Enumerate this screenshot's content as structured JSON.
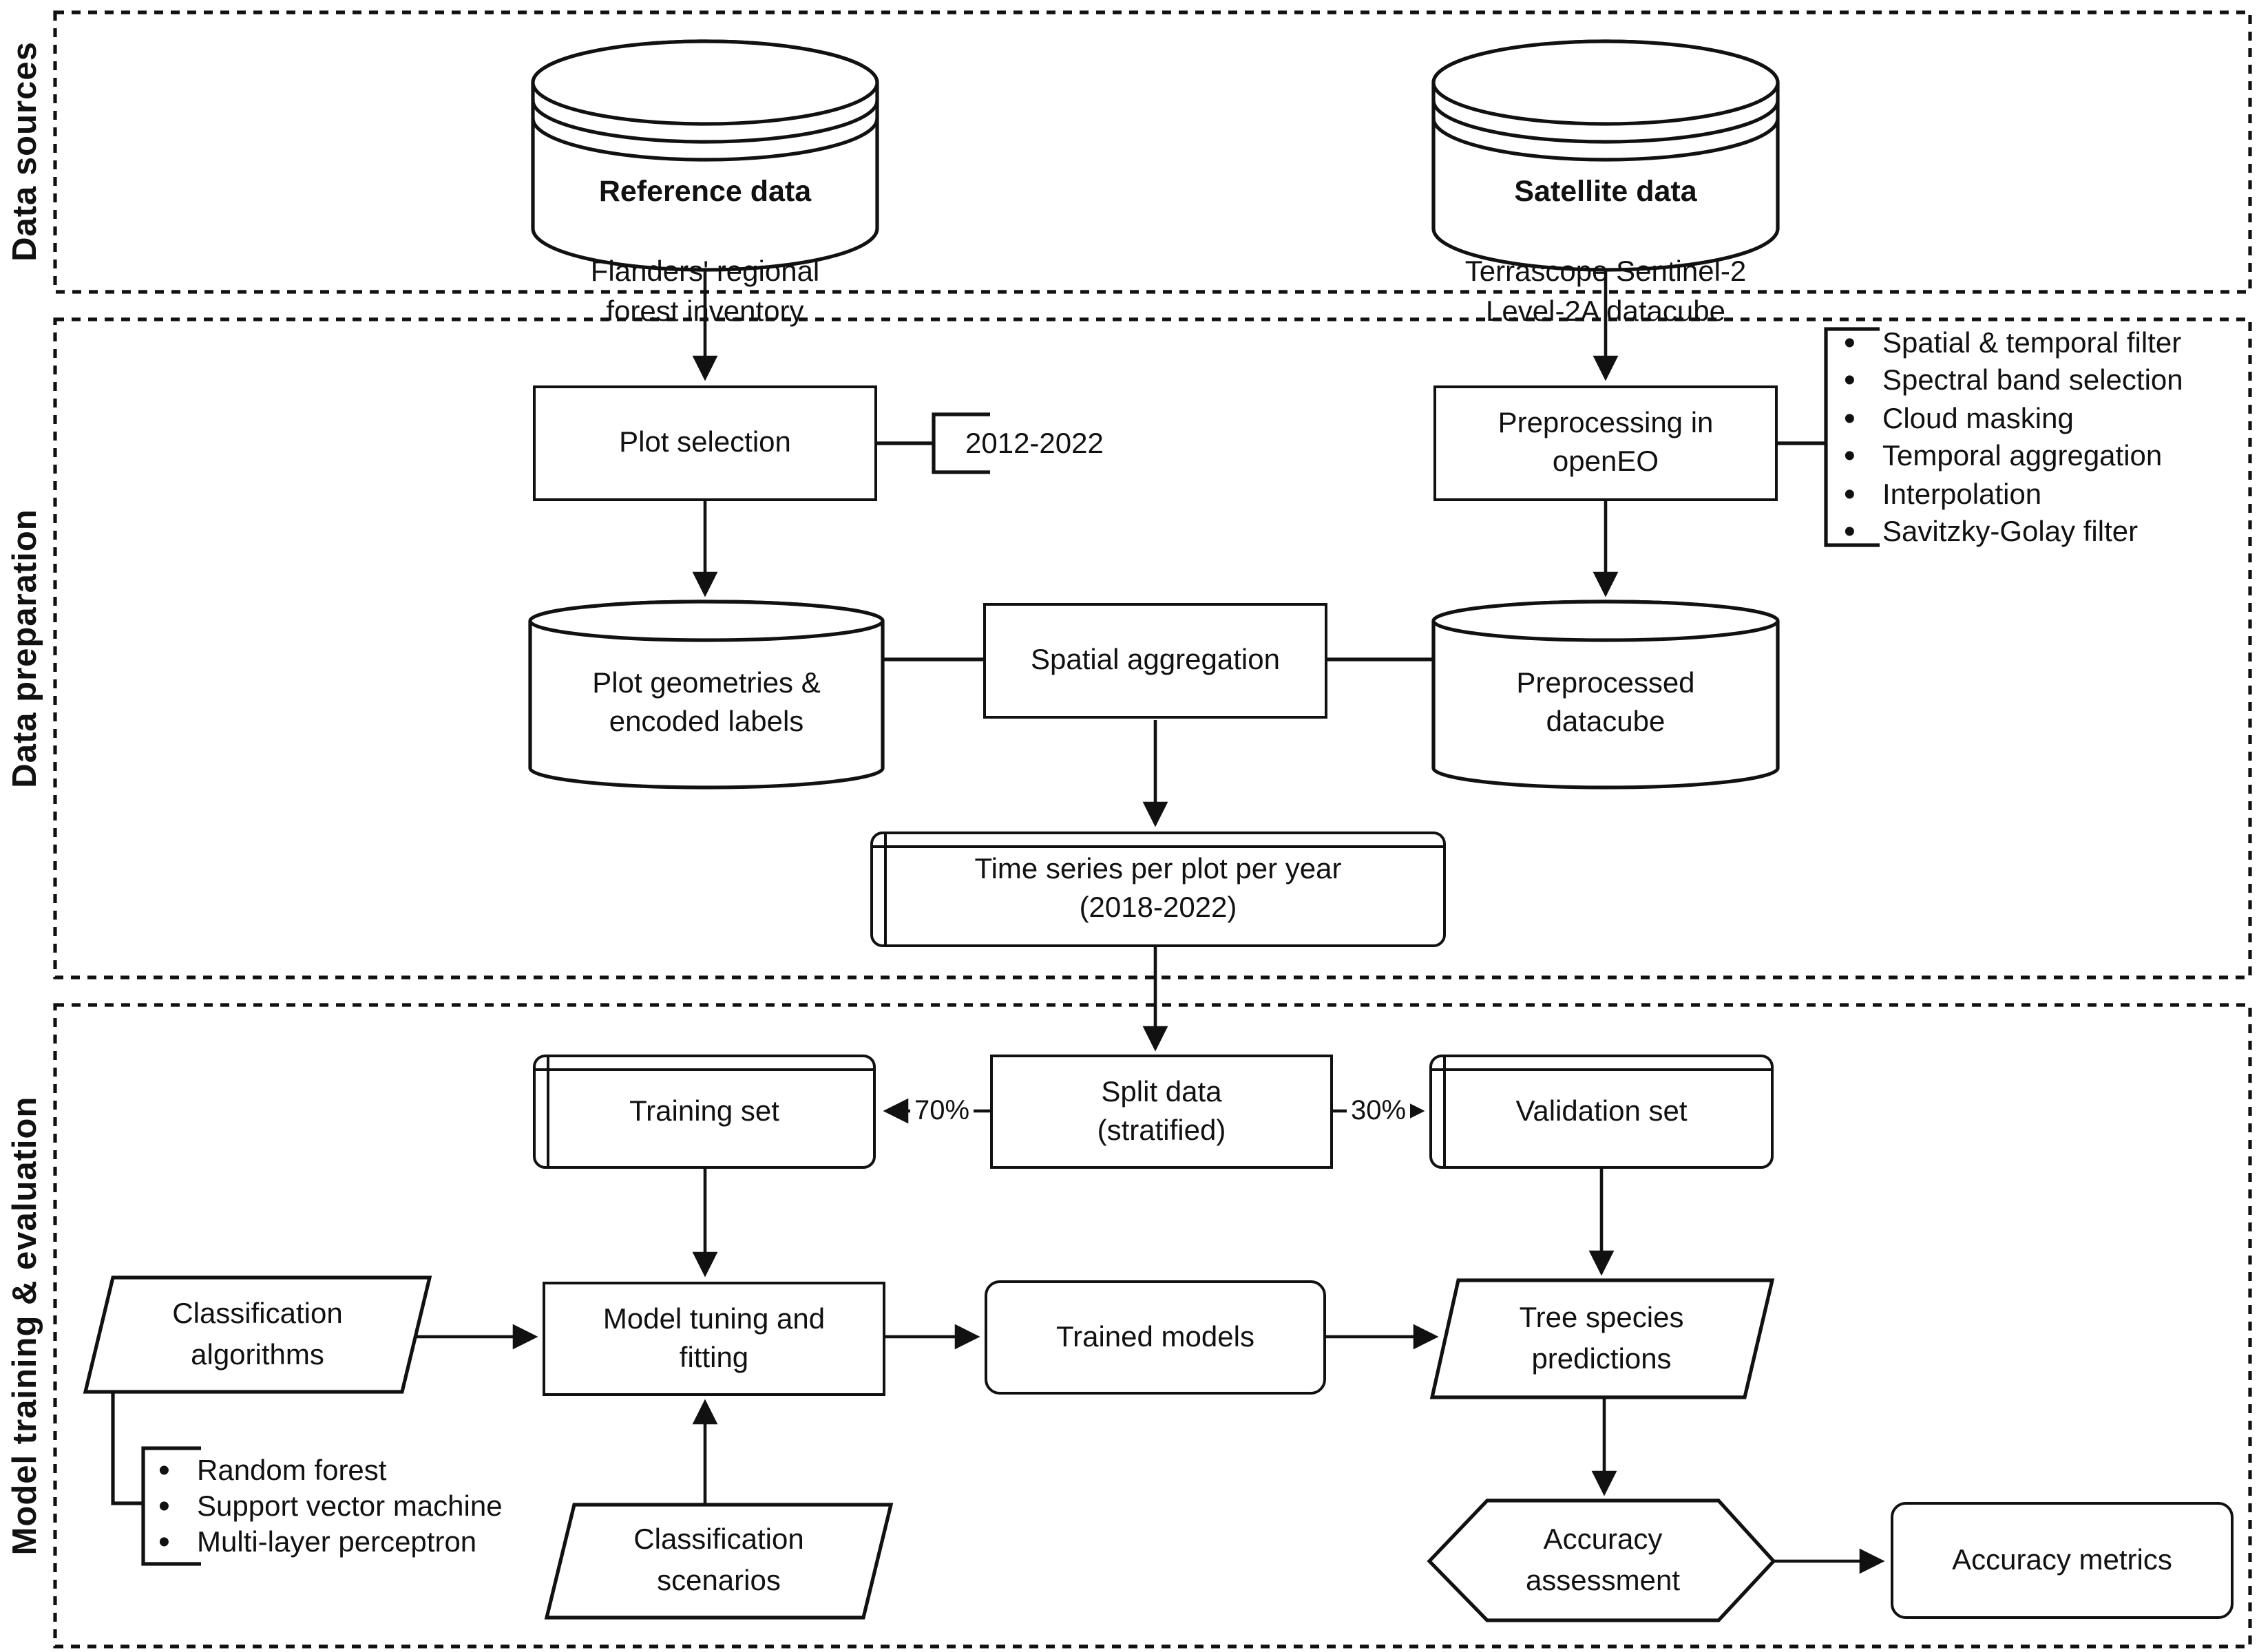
{
  "diagram": {
    "sections": [
      {
        "label": "Data sources"
      },
      {
        "label": "Data preparation"
      },
      {
        "label": "Model training & evaluation"
      }
    ]
  },
  "nodes": {
    "reference_data_title": "Reference data",
    "reference_data_subtitle": "Flanders' regional\nforest inventory",
    "satellite_data_title": "Satellite data",
    "satellite_data_subtitle": "Terrascope Sentinel-2\nLevel-2A datacube",
    "plot_selection": "Plot selection",
    "preprocessing_openeo": "Preprocessing in\nopenEO",
    "plot_geometries": "Plot geometries &\nencoded labels",
    "spatial_aggregation": "Spatial aggregation",
    "preprocessed_datacube": "Preprocessed\ndatacube",
    "time_series": "Time series per plot per year\n(2018-2022)",
    "split_data": "Split data\n(stratified)",
    "training_set": "Training set",
    "validation_set": "Validation set",
    "model_tuning": "Model tuning and\nfitting",
    "classification_algorithms": "Classification\nalgorithms",
    "classification_scenarios": "Classification\nscenarios",
    "trained_models": "Trained models",
    "tree_species_predictions": "Tree species\npredictions",
    "accuracy_assessment": "Accuracy\nassessment",
    "accuracy_metrics": "Accuracy metrics"
  },
  "annotations": {
    "plot_selection_period": "2012-2022",
    "training_split_pct": "70%",
    "validation_split_pct": "30%"
  },
  "lists": {
    "preprocessing_steps": [
      "Spatial & temporal filter",
      "Spectral band selection",
      "Cloud masking",
      "Temporal aggregation",
      "Interpolation",
      "Savitzky-Golay filter"
    ],
    "classification_algorithm_options": [
      "Random forest",
      "Support vector machine",
      "Multi-layer perceptron"
    ]
  },
  "colors": {
    "ink": "#111111",
    "background": "#ffffff"
  }
}
